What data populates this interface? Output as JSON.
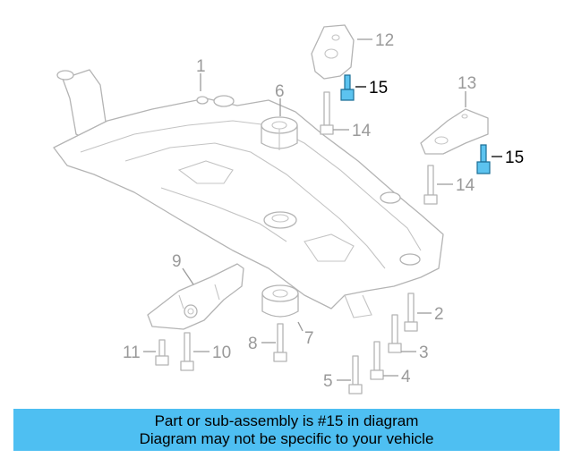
{
  "callouts": {
    "c1": "1",
    "c2": "2",
    "c3": "3",
    "c4": "4",
    "c5": "5",
    "c6": "6",
    "c7": "7",
    "c8": "8",
    "c9": "9",
    "c10": "10",
    "c11": "11",
    "c12": "12",
    "c13": "13",
    "c14a": "14",
    "c14b": "14",
    "c15a": "15",
    "c15b": "15"
  },
  "highlight_color": "#5cc3ef",
  "banner": {
    "line1": "Part or sub-assembly is #15 in diagram",
    "line2": "Diagram may not be specific to your vehicle",
    "color": "#4ebff2"
  }
}
